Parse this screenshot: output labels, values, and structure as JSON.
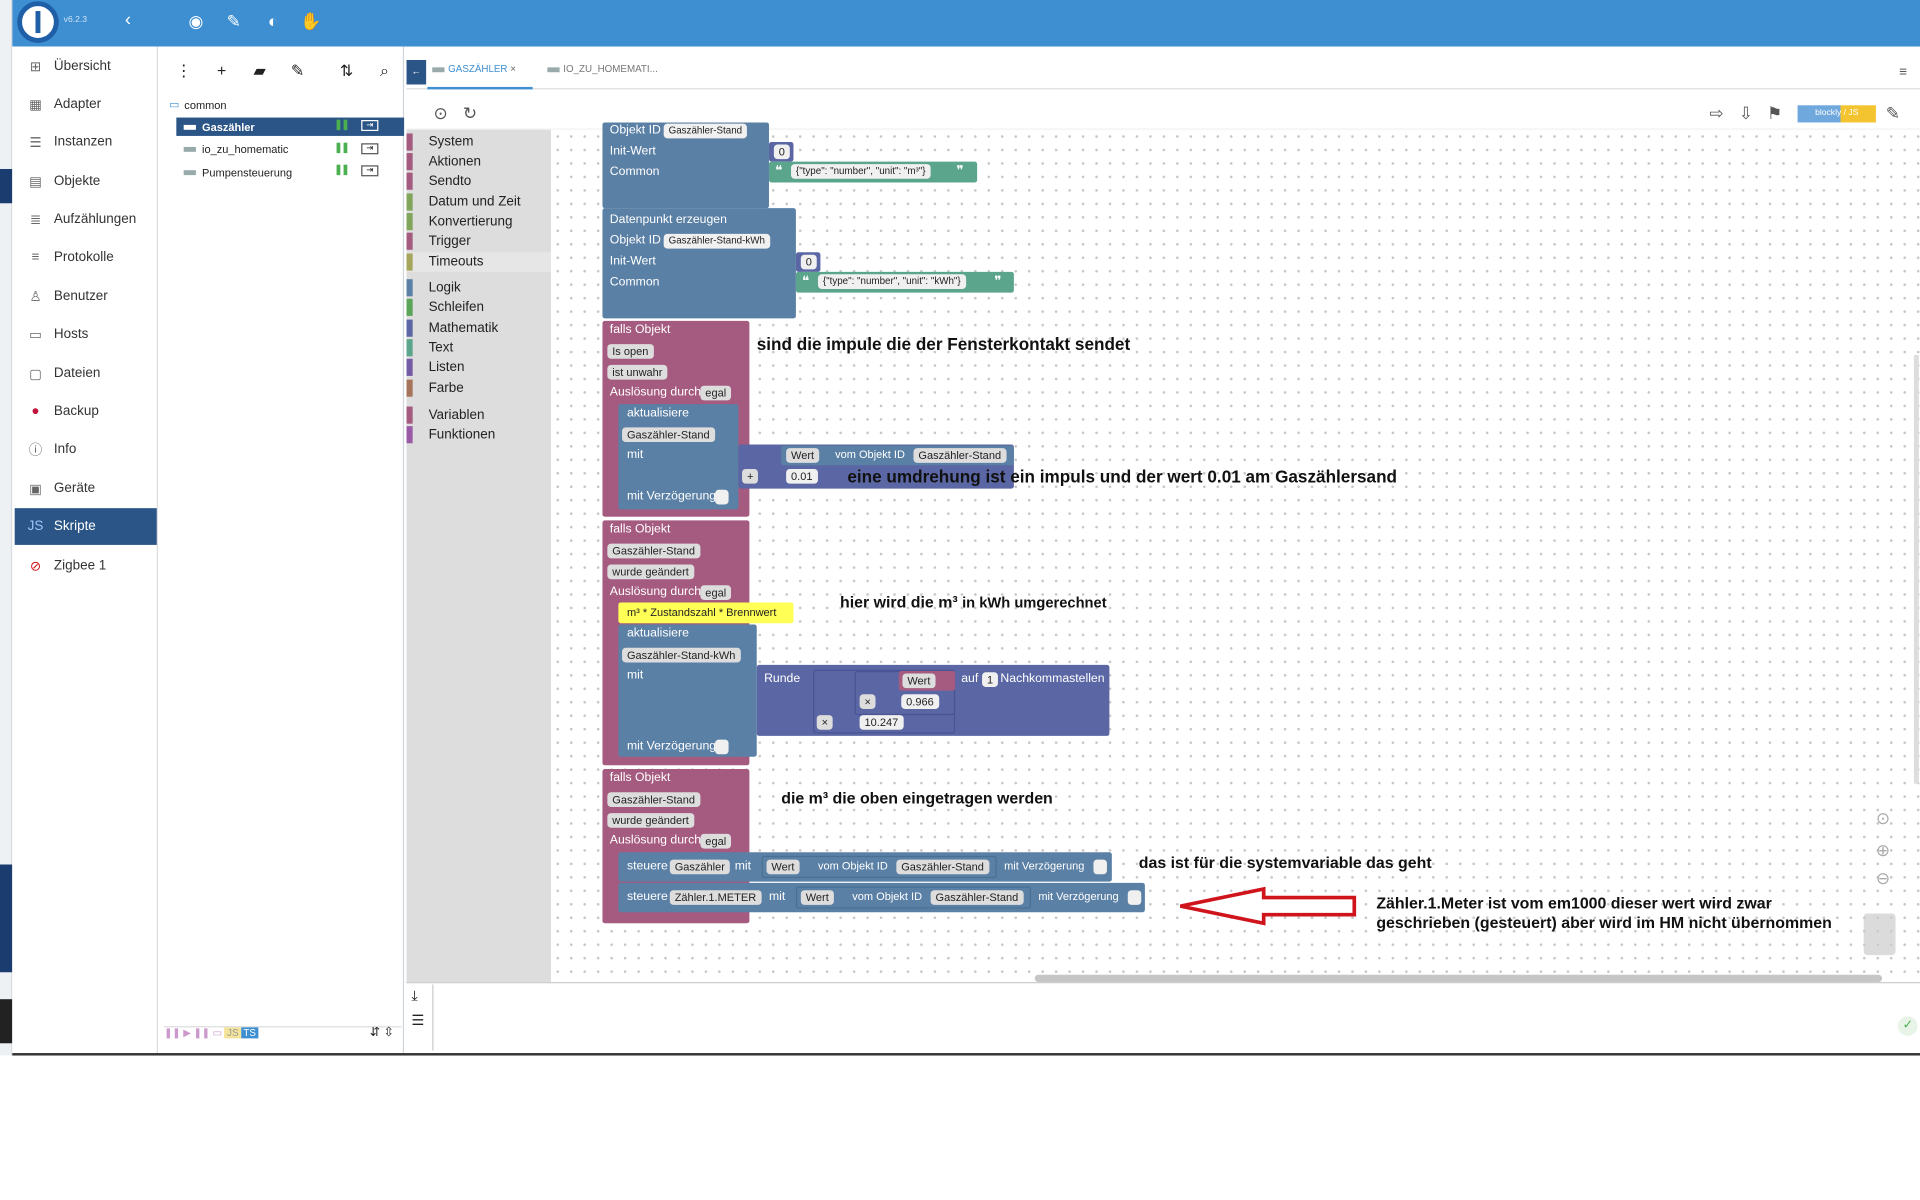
{
  "header": {
    "version": "v6.2.3"
  },
  "nav": [
    {
      "label": "Übersicht",
      "icon": "grid-icon"
    },
    {
      "label": "Adapter",
      "icon": "store-icon"
    },
    {
      "label": "Instanzen",
      "icon": "list-icon"
    },
    {
      "label": "Objekte",
      "icon": "table-icon"
    },
    {
      "label": "Aufzählungen",
      "icon": "enum-icon"
    },
    {
      "label": "Protokolle",
      "icon": "log-icon"
    },
    {
      "label": "Benutzer",
      "icon": "user-icon"
    },
    {
      "label": "Hosts",
      "icon": "host-icon"
    },
    {
      "label": "Dateien",
      "icon": "file-icon"
    },
    {
      "label": "Backup",
      "icon": "backup-icon"
    },
    {
      "label": "Info",
      "icon": "info-icon"
    },
    {
      "label": "Geräte",
      "icon": "device-icon"
    },
    {
      "label": "Skripte",
      "icon": "js-icon"
    },
    {
      "label": "Zigbee 1",
      "icon": "zigbee-icon"
    }
  ],
  "tree": {
    "folder": "common",
    "items": [
      "Gaszähler",
      "io_zu_homematic",
      "Pumpensteuerung"
    ]
  },
  "tabs": [
    "GASZÄHLER",
    "IO_ZU_HOMEMATI..."
  ],
  "toolbox": {
    "groupA": [
      "System",
      "Aktionen",
      "Sendto",
      "Datum und Zeit",
      "Konvertierung",
      "Trigger",
      "Timeouts"
    ],
    "groupB": [
      "Logik",
      "Schleifen",
      "Mathematik",
      "Text",
      "Listen",
      "Farbe"
    ],
    "groupC": [
      "Variablen",
      "Funktionen"
    ]
  },
  "blocks": {
    "b1_objid": "Objekt ID",
    "b1_objval": "Gaszähler-Stand",
    "init": "Init-Wert",
    "zero": "0",
    "common": "Common",
    "json_m3": "{\"type\": \"number\", \"unit\": \"m³\"}",
    "create": "Datenpunkt erzeugen",
    "kwh_id": "Gaszähler-Stand-kWh",
    "json_kwh": "{\"type\": \"number\", \"unit\": \"kWh\"}",
    "falls": "falls Objekt",
    "isopen": "Is open",
    "unwahr": "ist unwahr",
    "ausl": "Auslösung durch",
    "egal": "egal",
    "aktual": "aktualisiere",
    "stand": "Gaszähler-Stand",
    "mit": "mit",
    "wert": "Wert",
    "vomobj": "vom Objekt ID",
    "plus": "+",
    "val001": "0.01",
    "verz": "mit Verzögerung",
    "geaendert": "wurde geändert",
    "comment": "m³ * Zustandszahl * Brennwert",
    "runde": "Runde",
    "auf": "auf",
    "one": "1",
    "nach": "Nachkommastellen",
    "mul": "×",
    "val0966": "0.966",
    "val10247": "10.247",
    "steuere": "steuere",
    "gas": "Gaszähler",
    "meter": "Zähler.1.METER"
  },
  "annotations": {
    "a1": "sind die impule die der Fensterkontakt sendet",
    "a2": "eine umdrehung ist ein impuls und der wert 0.01 am Gaszählersand",
    "a3a": "hier wird die m³",
    "a3b": "in kWh umgerechnet",
    "a4": "die m³ die oben eingetragen werden",
    "a5": "das ist für die systemvariable  das geht",
    "a6a": "Zähler.1.Meter ist vom em1000 dieser wert wird zwar",
    "a6b": "geschrieben (gesteuert) aber wird im HM nicht übernommen"
  },
  "colors": {
    "topbar": "#3d8fd1",
    "active": "#2a5586",
    "block_pink": "#a55b80",
    "block_blue": "#5b80a5",
    "block_green": "#5ba58c",
    "block_math": "#5b67a5",
    "arrow": "#d0141c"
  }
}
